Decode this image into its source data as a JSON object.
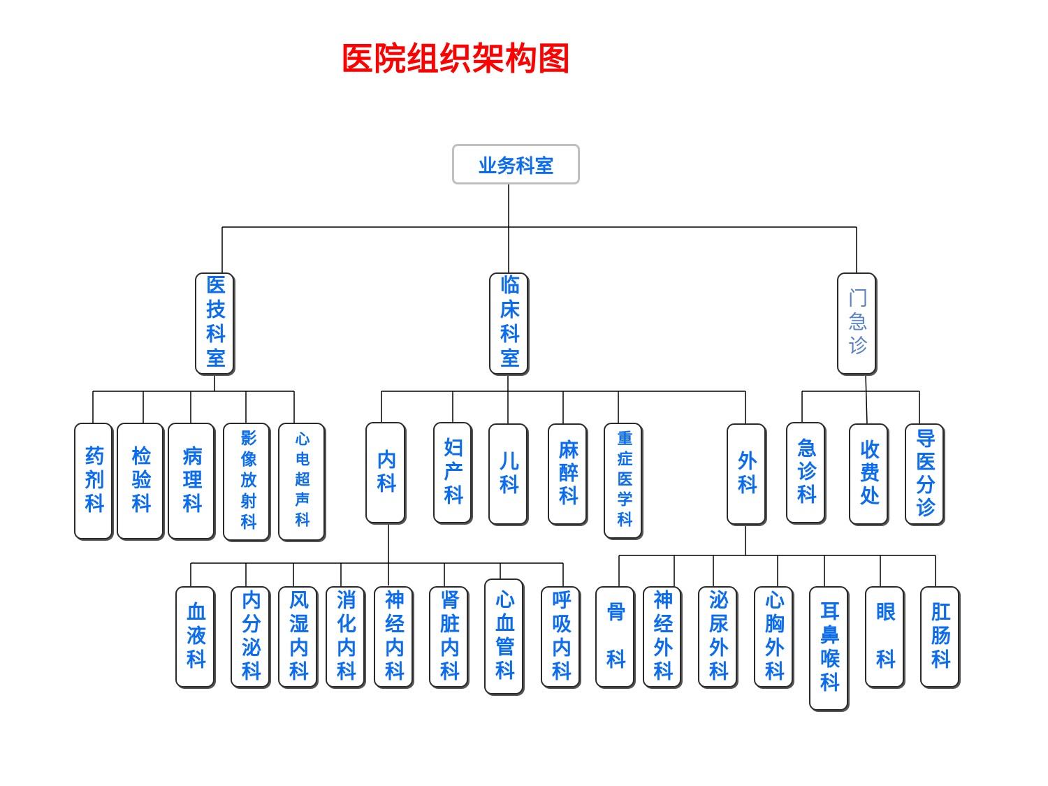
{
  "title": "医院组织架构图",
  "colors": {
    "title": "#ff0000",
    "node_text": "#0b6cf0",
    "line": "#000000"
  },
  "root": "业务科室",
  "level1": {
    "medtech": "医技科室",
    "clinical": "临床科室",
    "outpatient": "门急诊"
  },
  "medtech_depts": {
    "pharmacy": "药剂科",
    "lab": "检验科",
    "pathology": "病理科",
    "imaging": "影像放射科",
    "ecg": "心电超声科"
  },
  "clinical_depts": {
    "internal": "内科",
    "obgyn": "妇产科",
    "pediatrics": "儿科",
    "anesthesia": "麻醉科",
    "icu": "重症医学科",
    "surgery": "外科"
  },
  "outpatient_depts": {
    "emergency": "急诊科",
    "cashier": "收费处",
    "triage": "导医分诊"
  },
  "internal_subs": {
    "hematology": "血液科",
    "endocrinology": "内分泌科",
    "rheumatology": "风湿内科",
    "gastro": "消化内科",
    "neurology": "神经内科",
    "nephrology": "肾脏内科",
    "cardiology": "心血管科",
    "respiratory": "呼吸内科"
  },
  "surgery_subs": {
    "orthopedics": "骨　科",
    "neurosurgery": "神经外科",
    "urology": "泌尿外科",
    "thoracic": "心胸外科",
    "ent": "耳鼻喉科",
    "ophthalmology": "眼　科",
    "anorectal": "肛肠科"
  }
}
